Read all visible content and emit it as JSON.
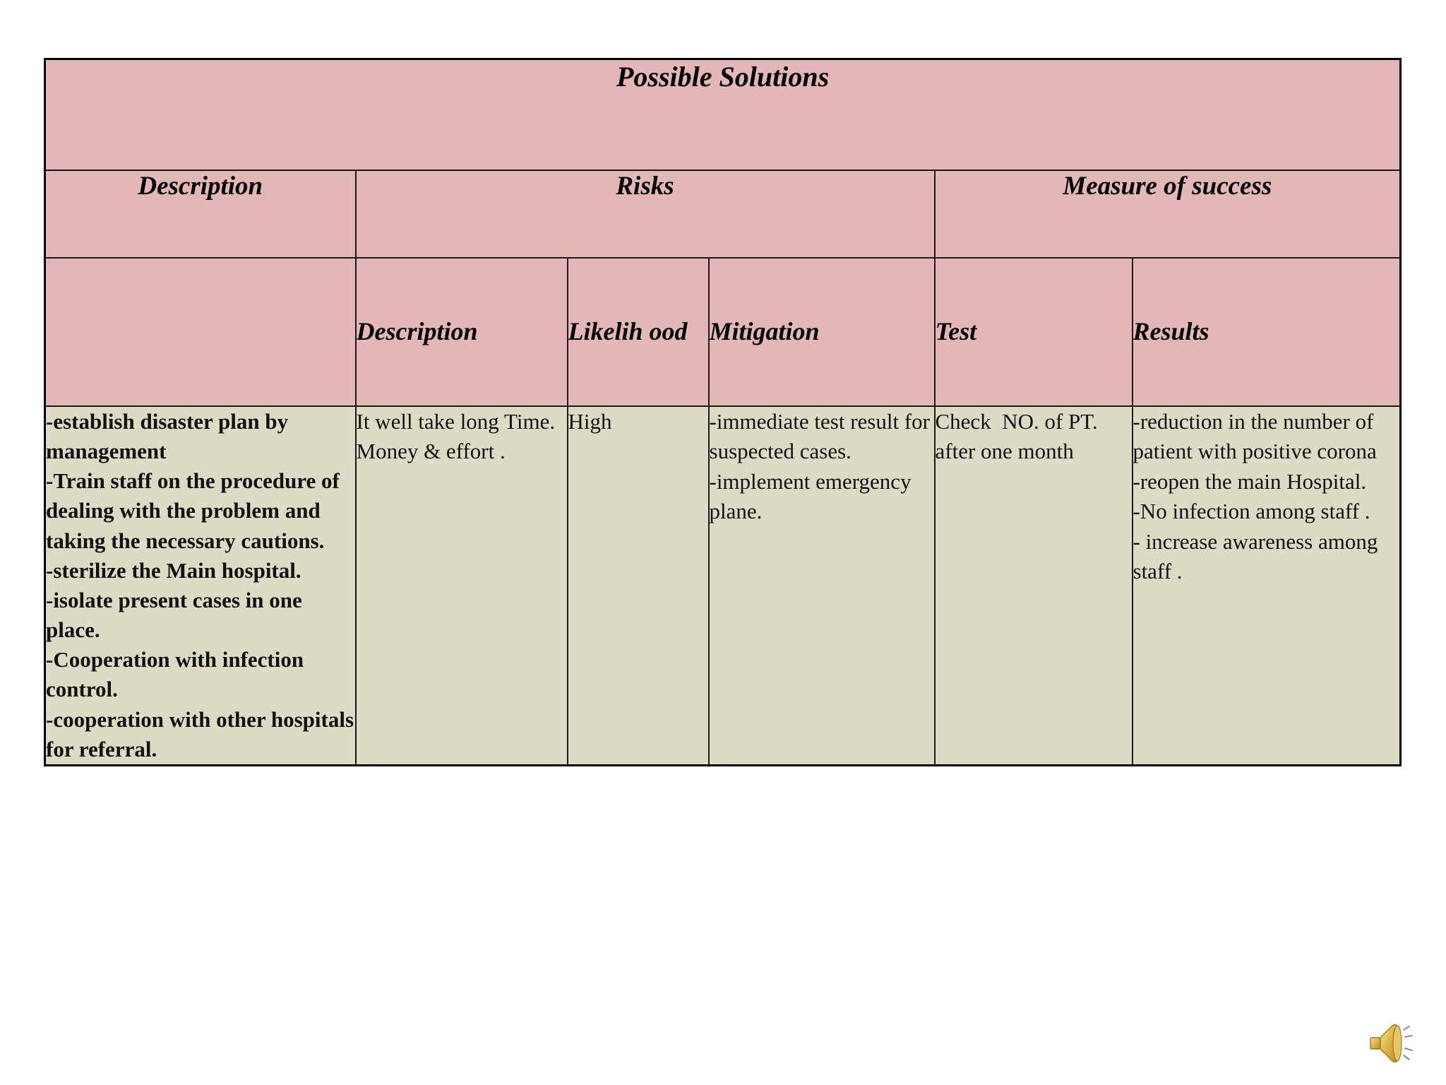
{
  "slide": {
    "title": "Possible Solutions",
    "background_color": "#ffffff",
    "header_color": "#e3b7b8",
    "body_color": "#dcdcc6",
    "border_color": "#1a1a1a"
  },
  "table": {
    "group_headers": {
      "description": "Description",
      "risks": "Risks",
      "measure_of_success": "Measure of success"
    },
    "sub_headers": {
      "description_blank": "",
      "risk_description": "Description",
      "likelihood": "Likelih ood",
      "mitigation": "Mitigation",
      "test": "Test",
      "results": "Results"
    },
    "row": {
      "description": "-establish disaster plan by management\n-Train staff on the procedure of dealing with the problem and taking the necessary cautions.\n-sterilize the Main hospital.\n-isolate present cases in one place.\n-Cooperation with infection control.\n-cooperation with other hospitals for referral.",
      "risk_description": "It well take long Time.\nMoney & effort .",
      "likelihood": "High",
      "mitigation": "-immediate test result for suspected cases.\n-implement emergency plane.",
      "test": "Check  NO. of PT. after one month",
      "results": "-reduction in the number of patient with positive corona\n-reopen the main Hospital.\n-No infection among staff .\n- increase awareness among staff ."
    }
  },
  "icons": {
    "speaker": "speaker-icon"
  }
}
